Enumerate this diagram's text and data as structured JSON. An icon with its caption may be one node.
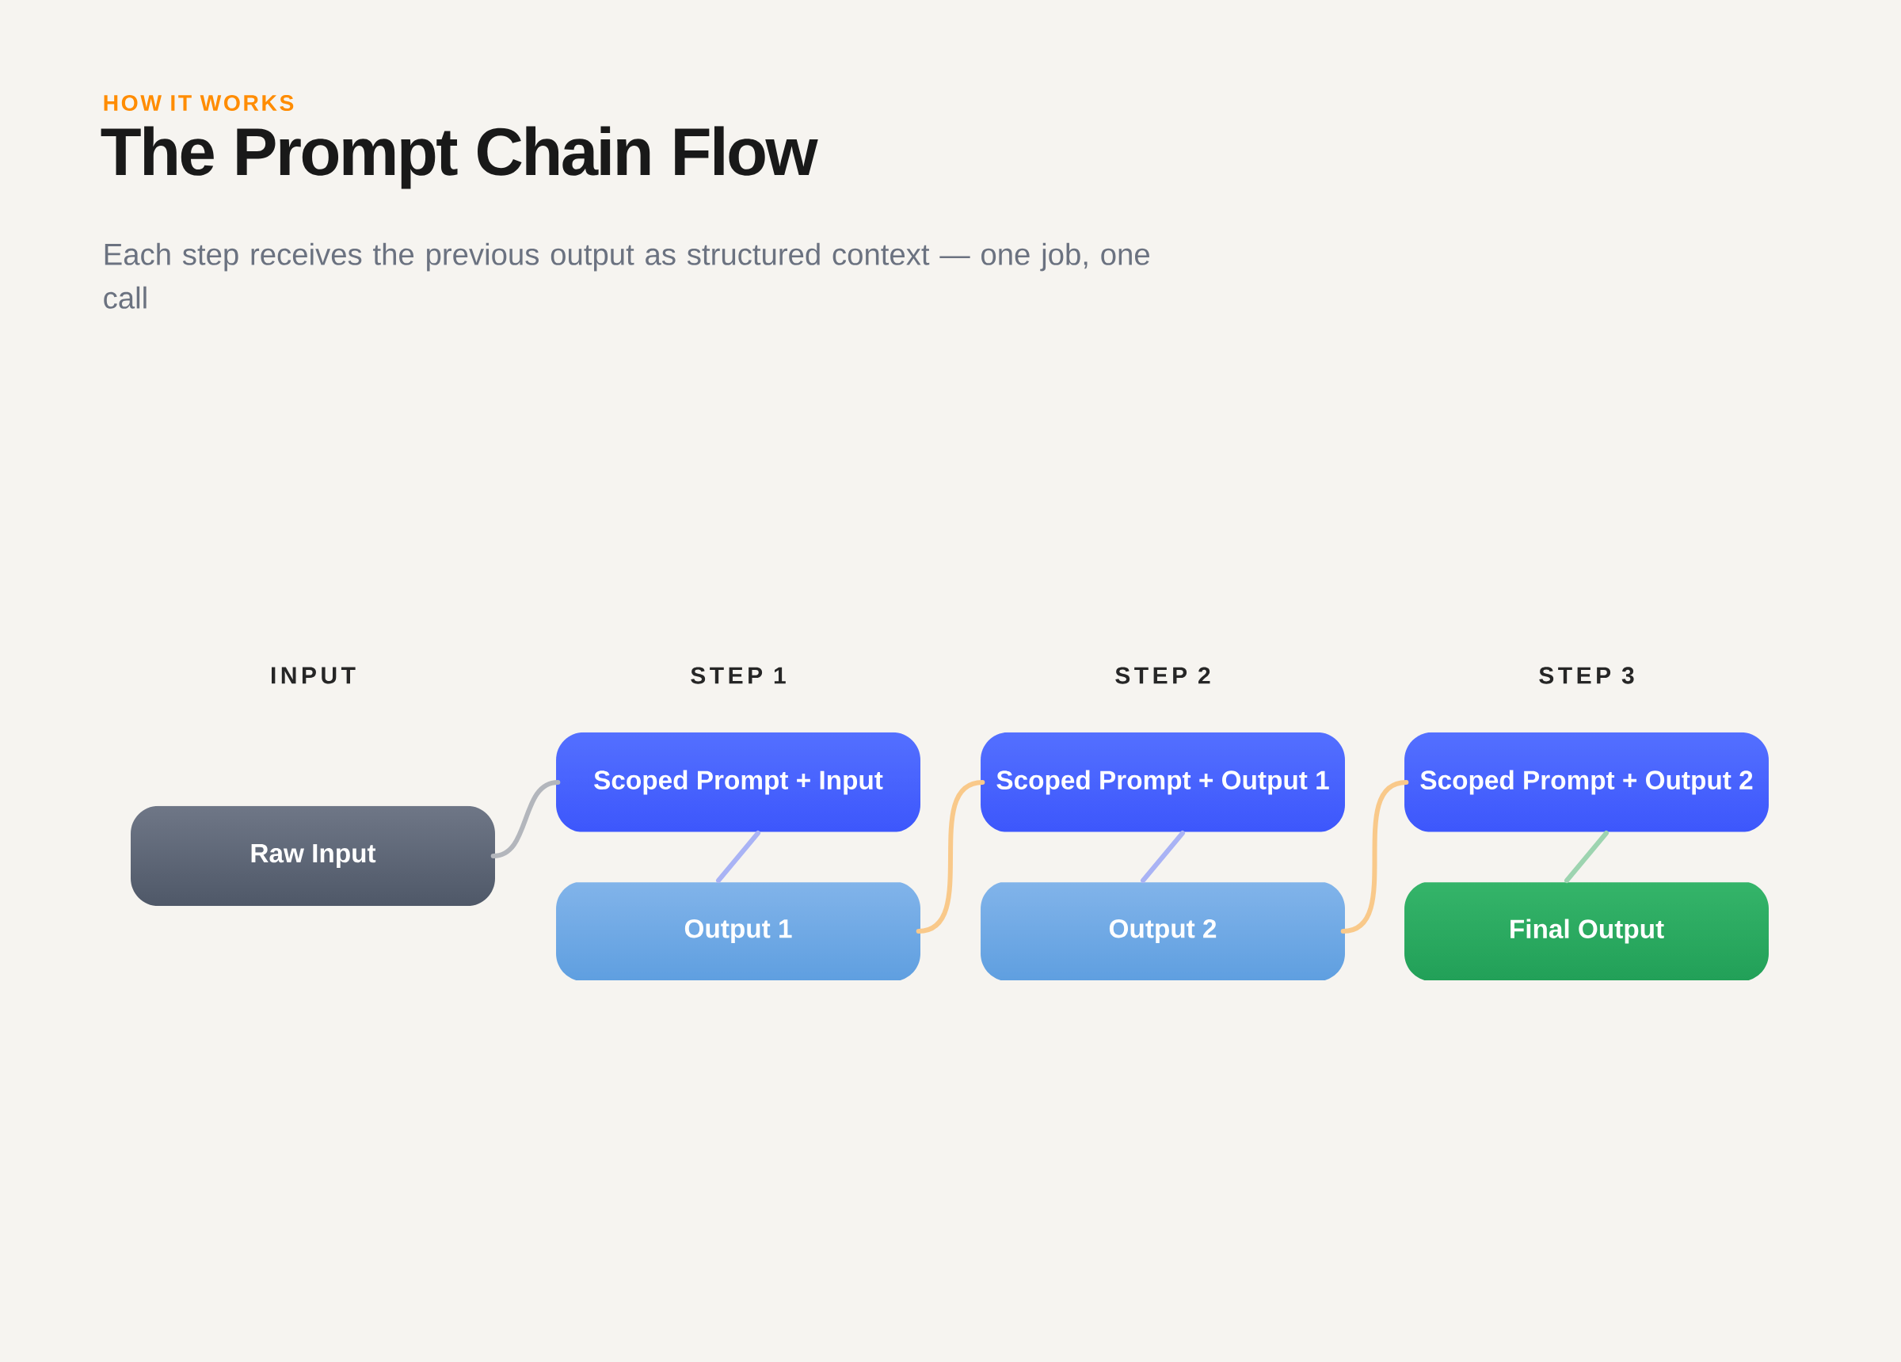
{
  "diagram": {
    "title": "The Prompt Chain Flow",
    "nodes": [
      {
        "text": [
          "Raw Input"
        ]
      },
      {
        "text": [
          "Scoped Prompt + Input"
        ]
      },
      {
        "text": [
          "Output 1"
        ]
      },
      {
        "text": [
          "Scoped Prompt + Output 1"
        ]
      },
      {
        "text": [
          "Output 2"
        ]
      },
      {
        "text": [
          "Scoped Prompt + Output 2"
        ]
      },
      {
        "text": [
          "Final Output"
        ]
      }
    ],
    "edges": [
      {
        "from": 0,
        "to": 1,
        "arrow": "none",
        "color": "#b3b6bc"
      },
      {
        "from": 1,
        "to": 2,
        "arrow": "none",
        "color": "#a9b3f5"
      },
      {
        "from": 2,
        "to": 3,
        "arrow": "none",
        "color": "#f9c98a"
      },
      {
        "from": 3,
        "to": 4,
        "arrow": "none",
        "color": "#a9b3f5"
      },
      {
        "from": 4,
        "to": 5,
        "arrow": "none",
        "color": "#f9c98a"
      },
      {
        "from": 5,
        "to": 6,
        "arrow": "none",
        "color": "#9dd4b0"
      }
    ],
    "labels": [
      "HOW IT WORKS",
      "Each step receives the previous output as structured context — one job, one call",
      "INPUT",
      "STEP 1",
      "STEP 2",
      "STEP 3"
    ]
  }
}
